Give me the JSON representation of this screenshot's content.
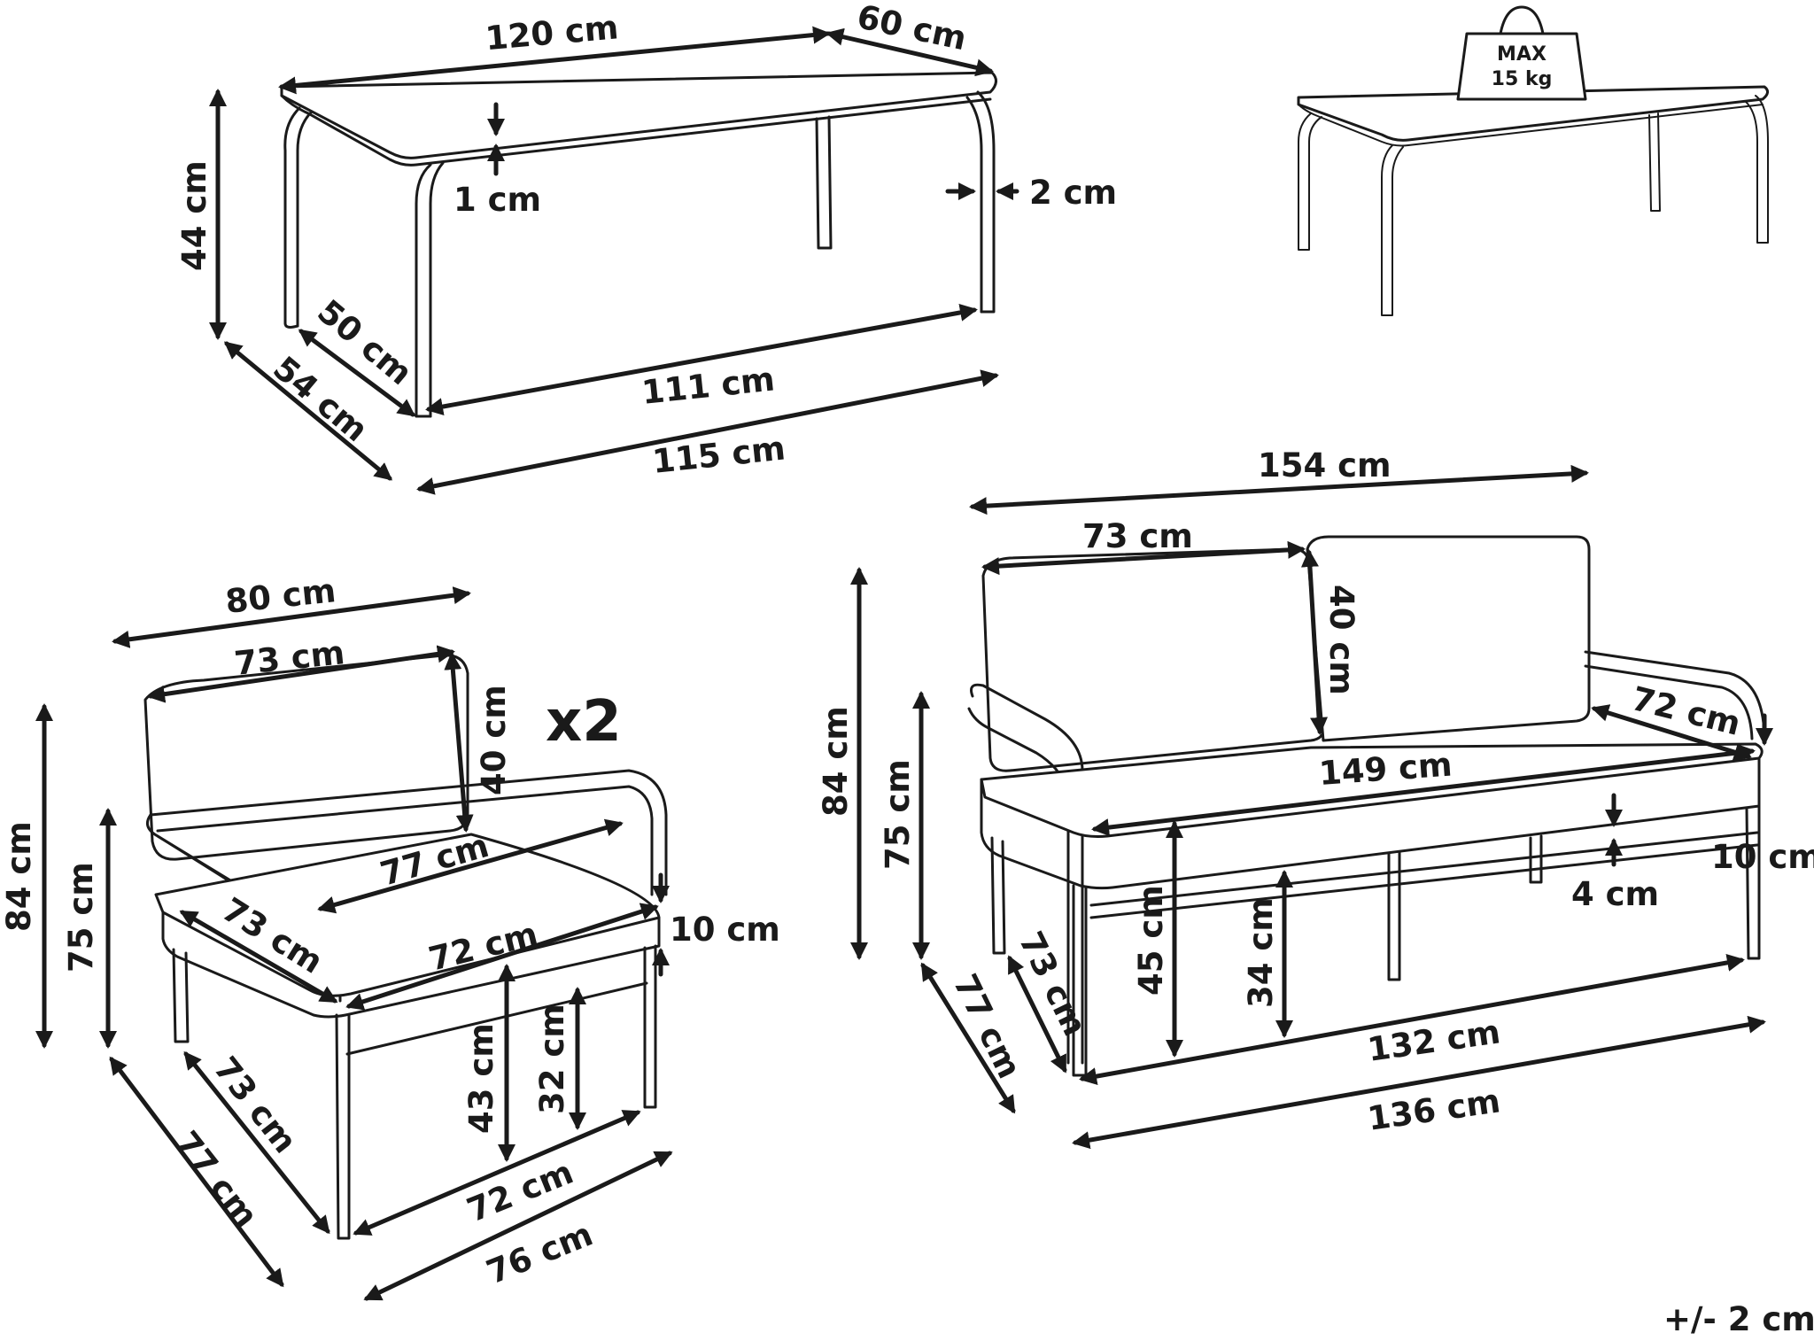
{
  "colors": {
    "ink": "#1a1a1a",
    "background": "#ffffff"
  },
  "weight_badge": {
    "line1": "MAX",
    "line2": "15 kg"
  },
  "quantity_label": "x2",
  "tolerance": "+/- 2 cm",
  "table": {
    "length": "120 cm",
    "depth": "60 cm",
    "top_thickness": "1 cm",
    "leg_thickness": "2 cm",
    "height": "44 cm",
    "inner_depth": "50 cm",
    "outer_depth": "54 cm",
    "inner_length": "111 cm",
    "outer_length": "115 cm"
  },
  "chair": {
    "width": "80 cm",
    "back_width": "73 cm",
    "back_height": "40 cm",
    "seat_depth": "77 cm",
    "seat_inner_depth": "73 cm",
    "seat_width": "72 cm",
    "cushion": "10 cm",
    "height": "84 cm",
    "arm_height": "75 cm",
    "seat_height": "43 cm",
    "frame_height": "32 cm",
    "base_depth_inner": "73 cm",
    "base_depth_outer": "77 cm",
    "base_width_inner": "72 cm",
    "base_width_outer": "76 cm"
  },
  "sofa": {
    "width": "154 cm",
    "back_width": "73 cm",
    "back_height": "40 cm",
    "seat_depth": "72 cm",
    "seat_width": "149 cm",
    "seat_gap": "4 cm",
    "cushion": "10 cm",
    "height": "84 cm",
    "arm_height": "75 cm",
    "seat_height": "45 cm",
    "frame_height": "34 cm",
    "base_depth_outer": "77 cm",
    "base_depth_inner": "73 cm",
    "base_width_inner": "132 cm",
    "base_width_outer": "136 cm"
  }
}
